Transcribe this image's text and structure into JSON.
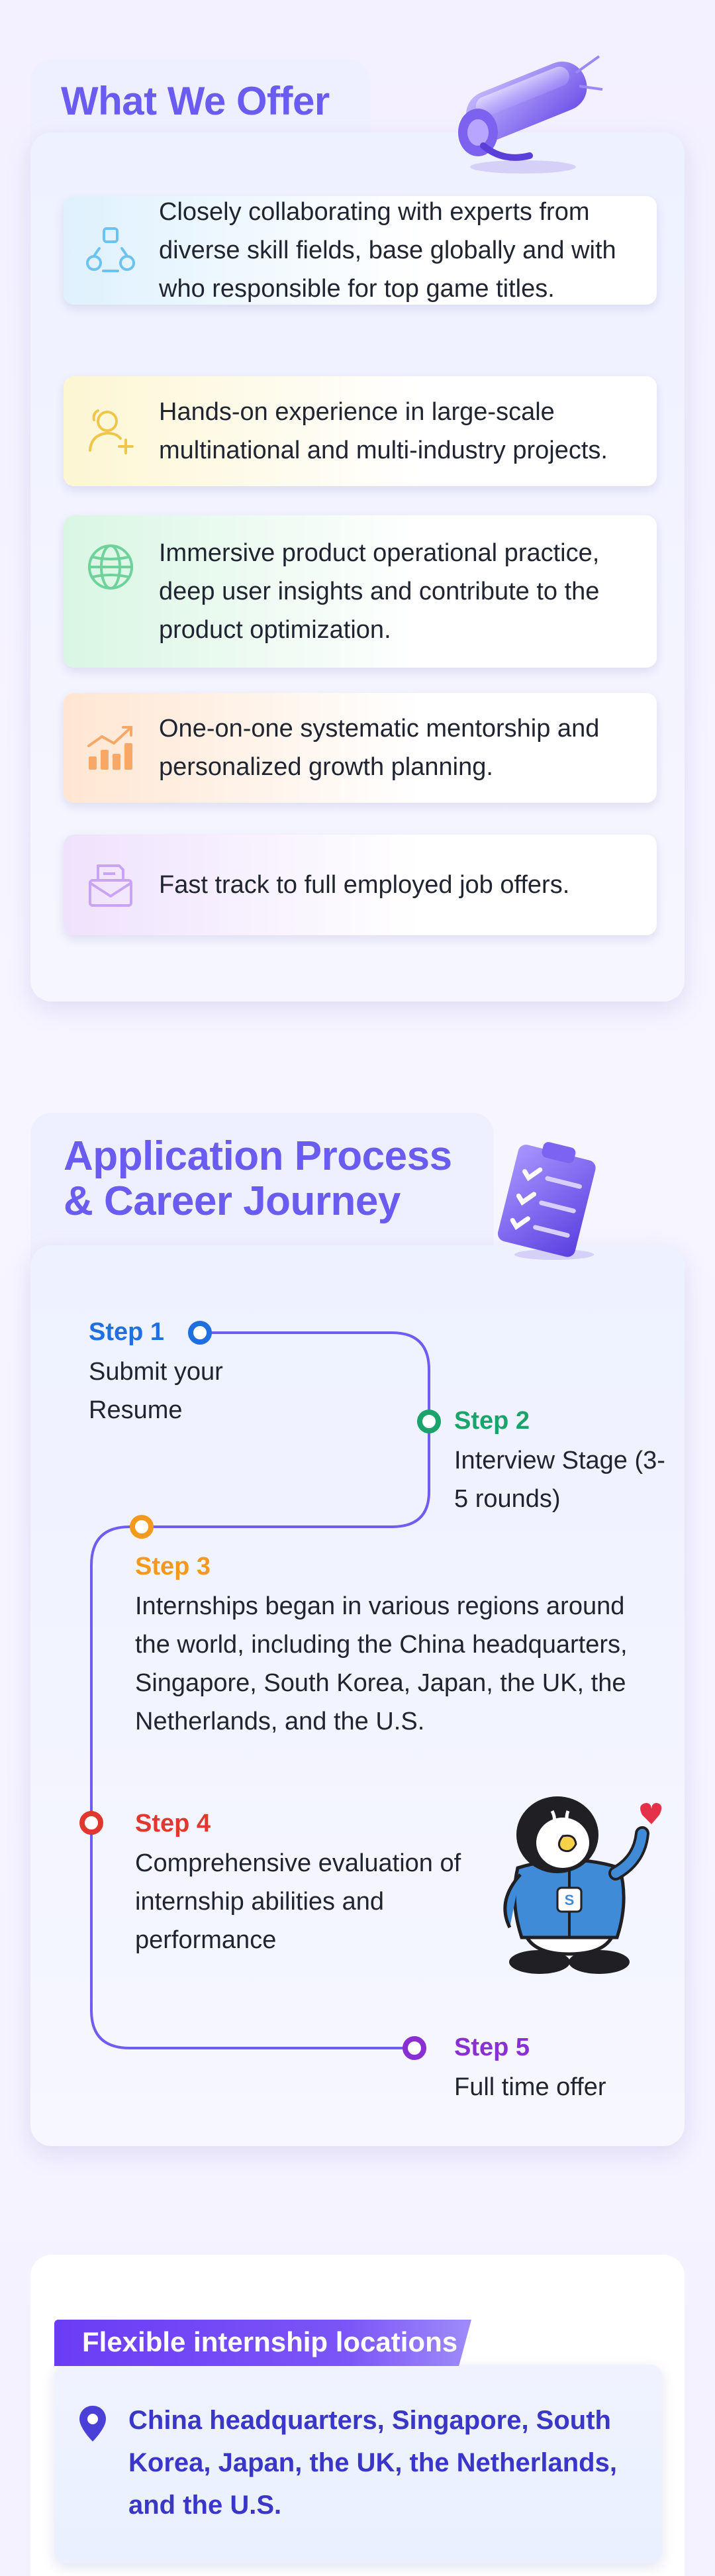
{
  "offer": {
    "title": "What We Offer",
    "items": [
      {
        "icon": "collaboration-icon",
        "text": "Closely collaborating with experts from diverse skill fields, base globally and with who responsible for top game titles.",
        "color": "#4fb7ef"
      },
      {
        "icon": "add-user-icon",
        "text": "Hands-on experience in large-scale multinational and multi-industry projects.",
        "color": "#f0c64a"
      },
      {
        "icon": "globe-icon",
        "text": "Immersive product operational practice, deep user insights and contribute to the product optimization.",
        "color": "#43c77a"
      },
      {
        "icon": "growth-chart-icon",
        "text": "One-on-one systematic mentorship and personalized growth planning.",
        "color": "#f59c4a"
      },
      {
        "icon": "envelope-icon",
        "text": "Fast track to full employed job offers.",
        "color": "#b58af0"
      }
    ]
  },
  "process": {
    "title": "Application Process & Career Journey",
    "steps": [
      {
        "label": "Step 1",
        "text": "Submit your Resume",
        "color": "#1f6fe0"
      },
      {
        "label": "Step 2",
        "text": "Interview Stage (3-5 rounds)",
        "color": "#1aa36a"
      },
      {
        "label": "Step 3",
        "text": "Internships began in various regions around the world, including the China headquarters, Singapore, South Korea, Japan, the UK, the Netherlands, and the U.S.",
        "color": "#f39a1e"
      },
      {
        "label": "Step 4",
        "text": "Comprehensive evaluation of internship abilities and performance",
        "color": "#e0382f"
      },
      {
        "label": "Step 5",
        "text": "Full time offer",
        "color": "#8a2fd1"
      }
    ],
    "path_color": "#6f5cf0"
  },
  "locations": {
    "banner": "Flexible internship locations",
    "text": "China headquarters, Singapore, South Korea, Japan, the UK, the Netherlands, and the U.S.",
    "color": "#3a36c8"
  }
}
